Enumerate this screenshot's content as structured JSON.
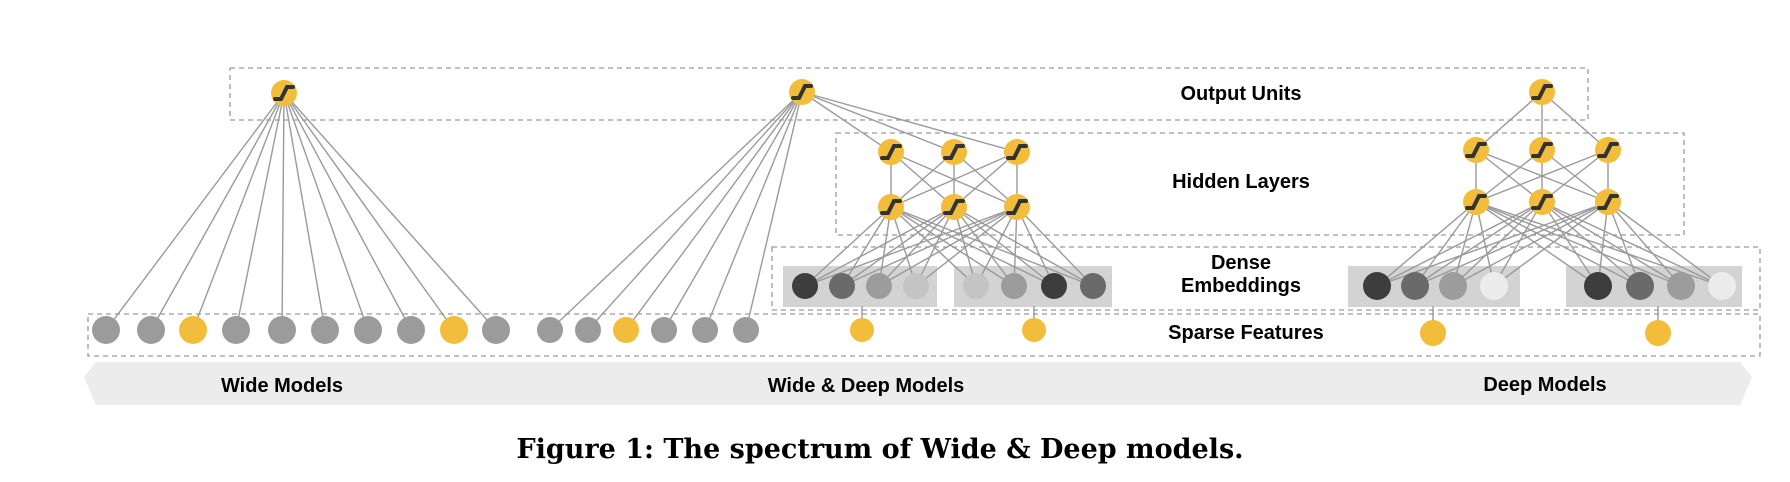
{
  "labels": {
    "output_units": "Output Units",
    "hidden_layers": "Hidden Layers",
    "dense_embeddings_1": "Dense",
    "dense_embeddings_2": "Embeddings",
    "sparse_features": "Sparse Features"
  },
  "band": {
    "wide": "Wide Models",
    "wide_deep": "Wide & Deep Models",
    "deep": "Deep Models"
  },
  "caption": "Figure 1: The spectrum of Wide & Deep models.",
  "colors": {
    "unit_yellow": "#f2bd3b",
    "unit_gray": "#9b9b9b",
    "activation_mark": "#333333",
    "edge": "#9a9a9a",
    "band": "#ececec",
    "embed_group_bg": "#d3d3d3",
    "embed_shades": [
      "#3d3d3d",
      "#6a6a6a",
      "#9c9c9c",
      "#ececec"
    ]
  }
}
